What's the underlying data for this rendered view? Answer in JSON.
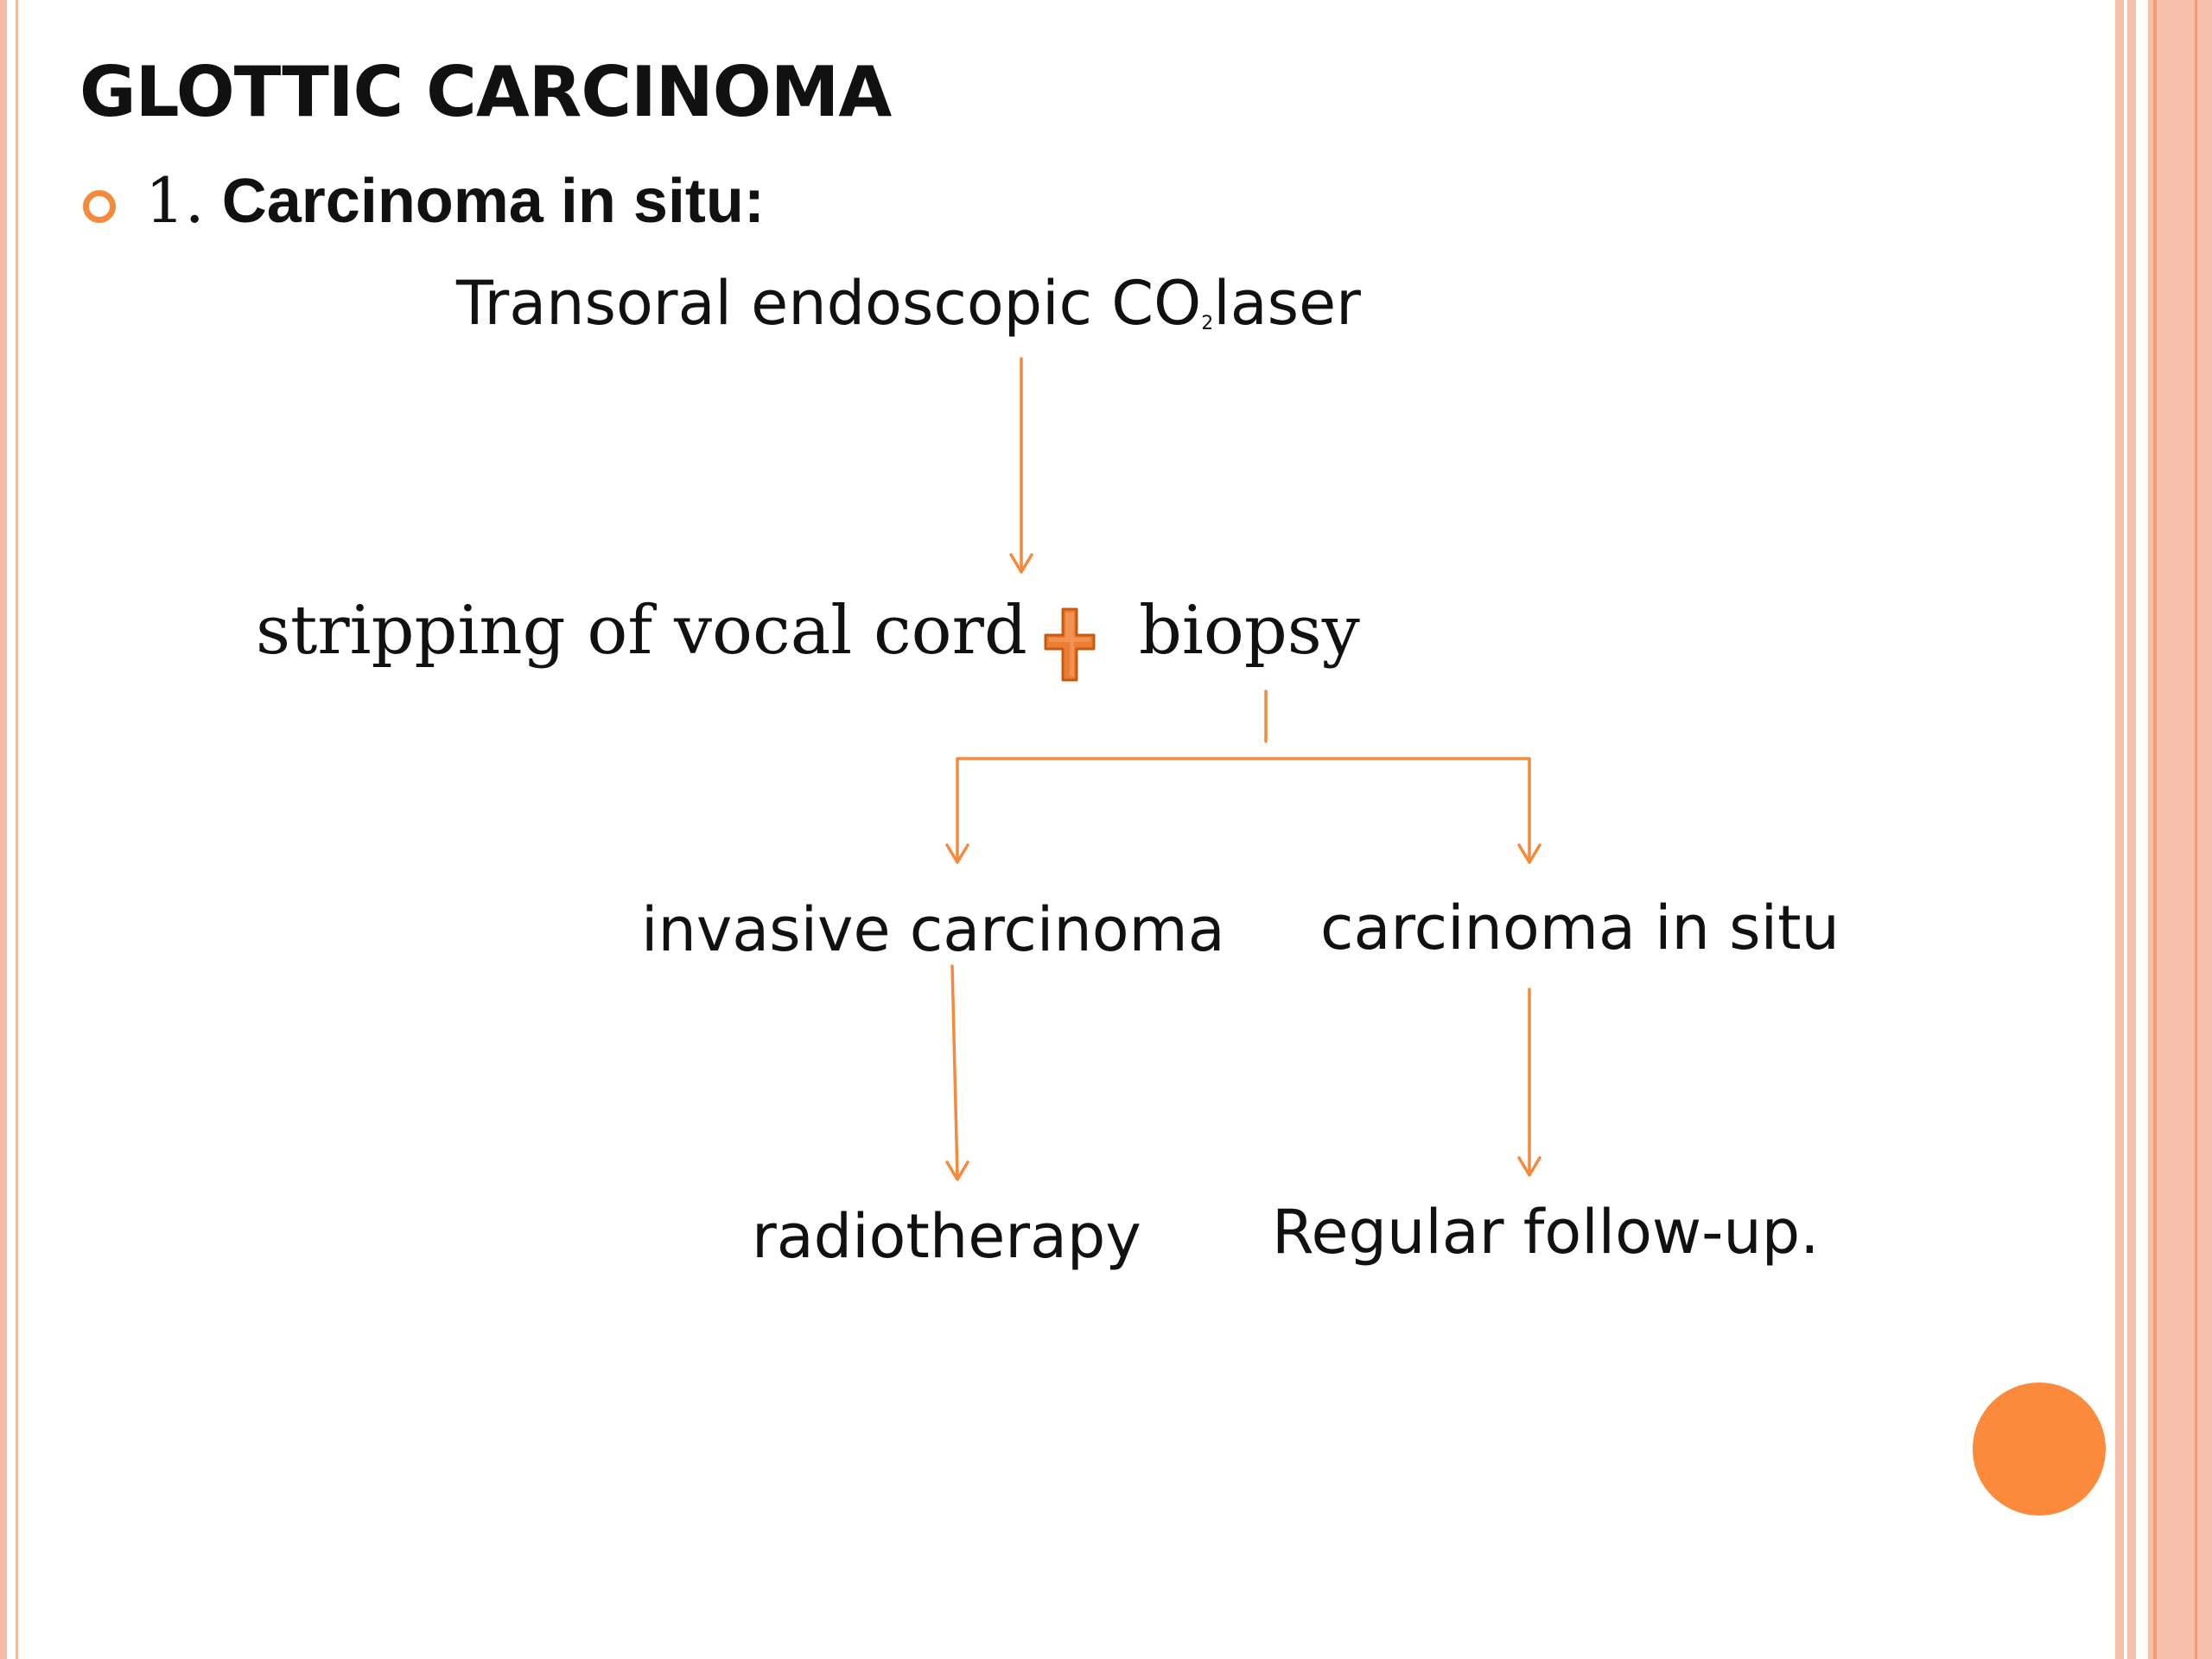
{
  "slide": {
    "title": "GLOTTIC CARCINOMA",
    "bullet": {
      "number": "1.",
      "heading": "Carcinoma in situ:"
    }
  },
  "flowchart": {
    "top_node": {
      "text_before": "Transoral endoscopic CO",
      "subscript": "2",
      "text_after": "laser"
    },
    "procedure": {
      "left": "stripping of vocal cord",
      "operator": "plus-icon",
      "right": "biopsy"
    },
    "outcomes": [
      {
        "result": "invasive carcinoma",
        "action": "radiotherapy"
      },
      {
        "result": "carcinoma in situ",
        "action": "Regular follow-up."
      }
    ]
  },
  "colors": {
    "accent": "#f58a3d",
    "connector": "#f58a3d",
    "plus_fill": "#ed7d31",
    "circle": "#fb8a3d",
    "border": "#f6b9a6",
    "text": "#111111"
  }
}
